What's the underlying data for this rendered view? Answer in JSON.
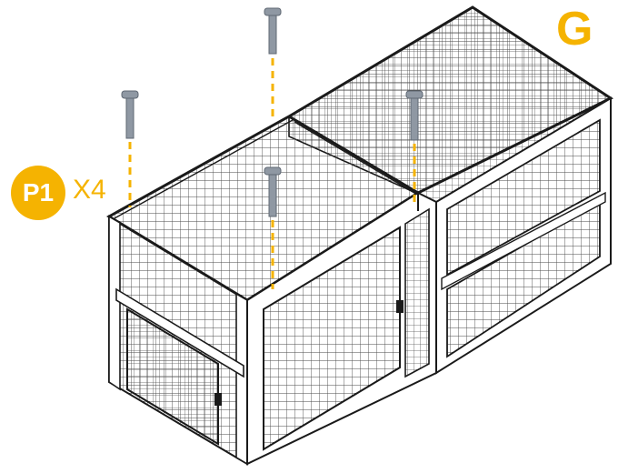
{
  "step": {
    "letter": "G"
  },
  "part": {
    "code": "P1",
    "quantity": "X4"
  },
  "colors": {
    "accent": "#f5b301",
    "frame": "#1a1a1a",
    "mesh": "#4a4a4a",
    "peg": "#8f98a3",
    "guide": "#f5b301"
  },
  "icons": [
    "peg-icon",
    "hutch-cage-illustration"
  ]
}
